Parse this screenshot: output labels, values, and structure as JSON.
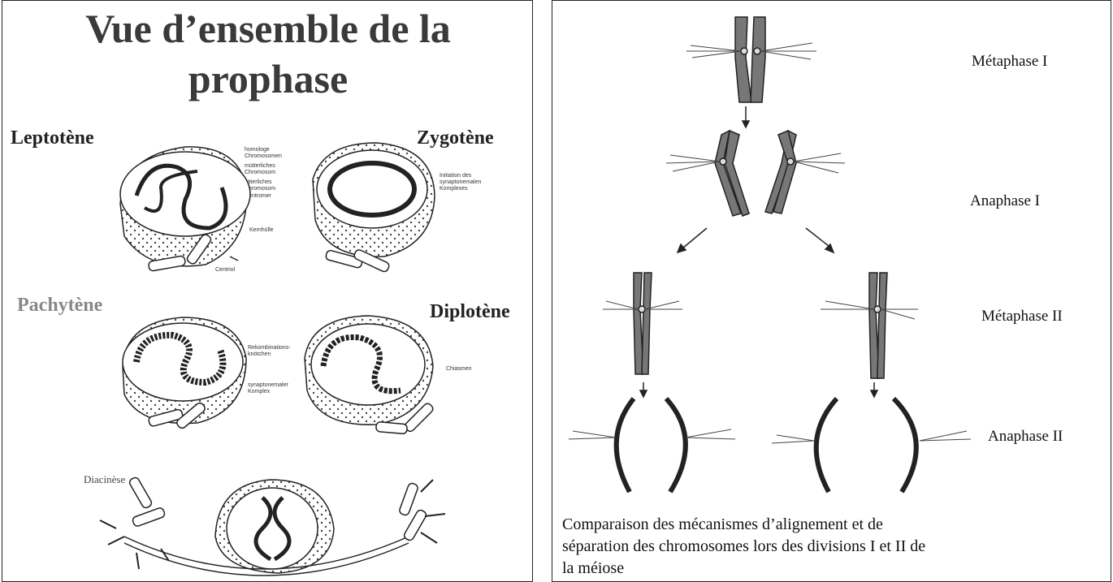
{
  "left": {
    "title_line1": "Vue d’ensemble de la",
    "title_line2": "prophase",
    "stages": {
      "leptotene": "Leptotène",
      "zygotene": "Zygotène",
      "pachytene": "Pachytène",
      "diplotene": "Diplotène",
      "diacinese": "Diacinèse"
    },
    "labels": {
      "homologe": "homologe",
      "chromosomen": "Chromosomen",
      "mutterliches": "mütterliches",
      "chromosom1": "Chromosom",
      "vaterliches": "väterliches",
      "chromosom2": "Chromosom",
      "centromer": "Centromer",
      "kernhulle": "Kernhülle",
      "centriol": "Centriol",
      "initiation1": "Initiation des",
      "initiation2": "synaptonemalen",
      "initiation3": "Komplexes",
      "rekomb1": "Rekombinations-",
      "rekomb2": "knötchen",
      "synap1": "synaptonemaler",
      "synap2": "Komplex",
      "chiasmen": "Chiasmen"
    }
  },
  "right": {
    "phases": {
      "metaphase1": "Métaphase I",
      "anaphase1": "Anaphase I",
      "metaphase2": "Métaphase II",
      "anaphase2": "Anaphase II"
    },
    "caption": "Comparaison des mécanismes d’alignement et de séparation des chromosomes lors des divisions I et II de  la méiose"
  }
}
